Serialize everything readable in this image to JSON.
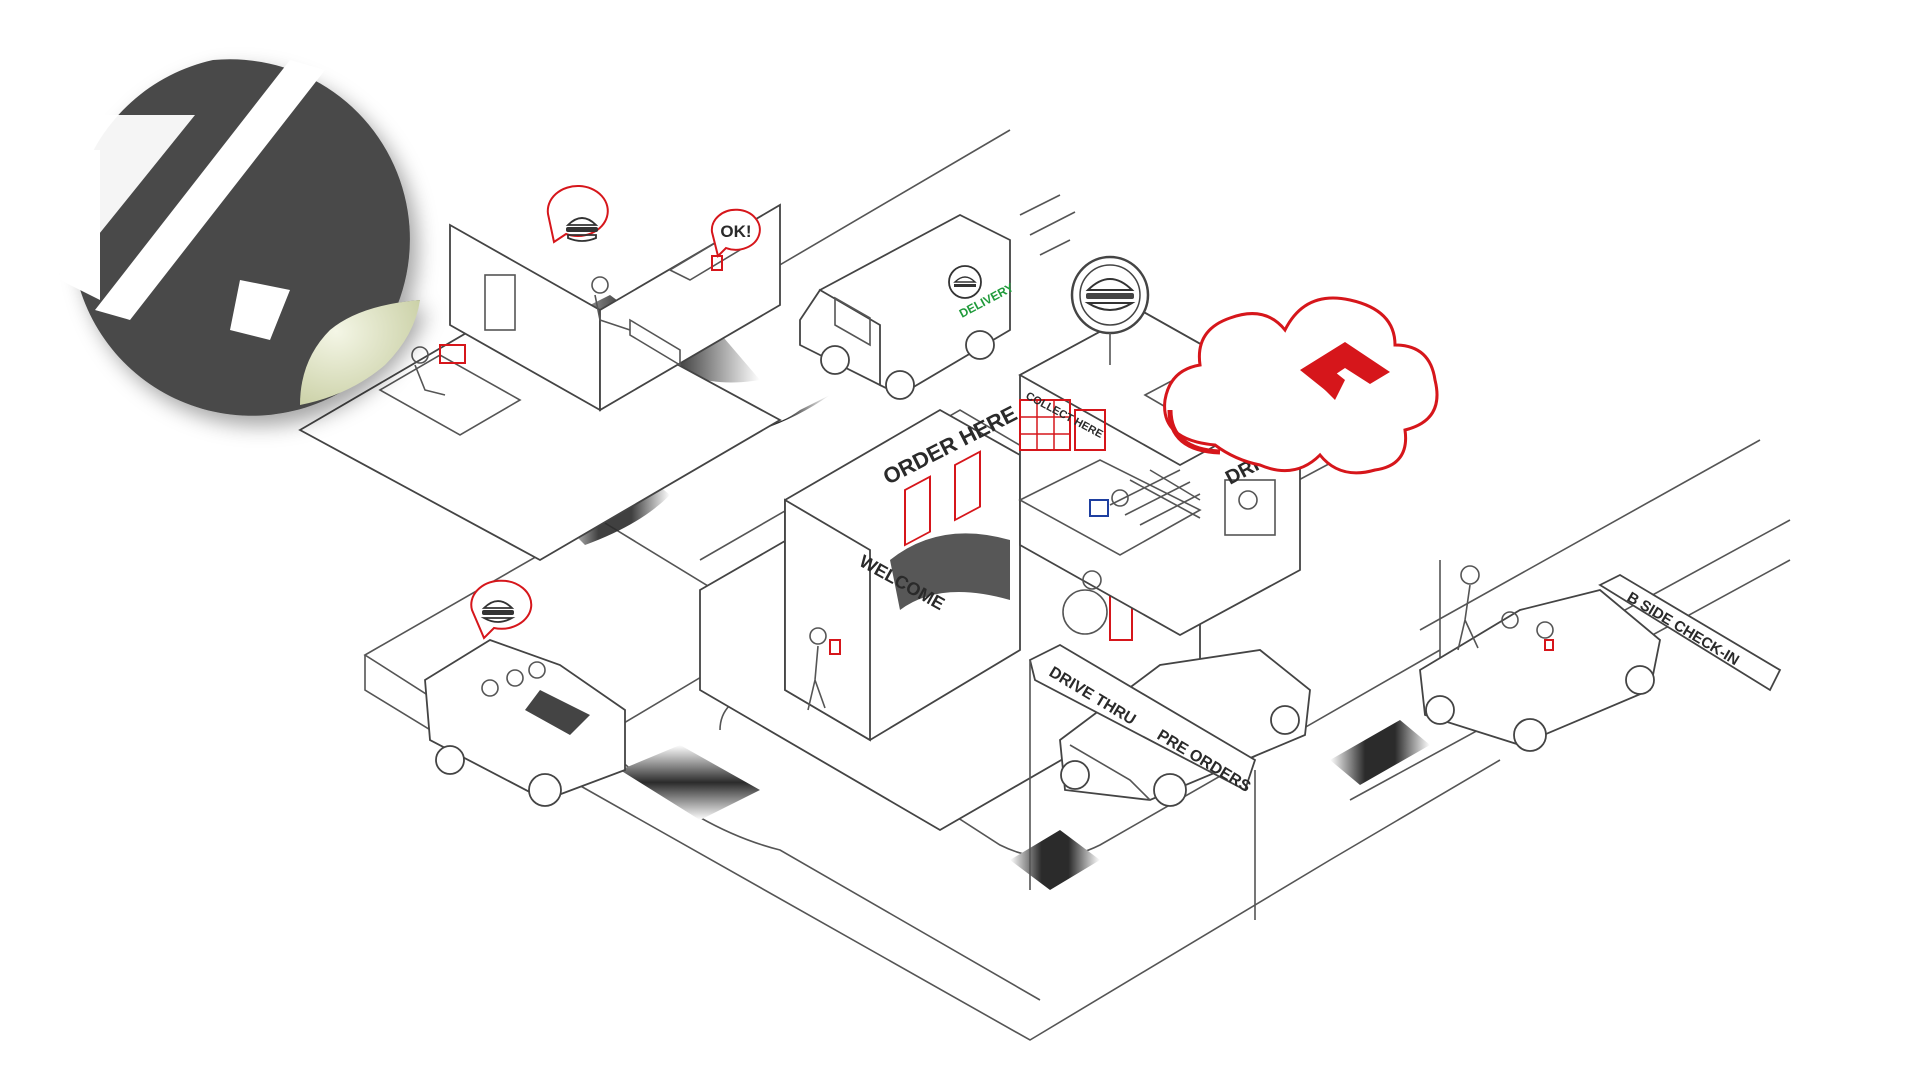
{
  "labels": {
    "order_here": "ORDER HERE",
    "collect_here": "COLLECT HERE",
    "drive": "DRIVE",
    "welcome": "WELCOME",
    "delivery": "DELIVERY",
    "ok": "OK!",
    "drive_thru": "DRIVE THRU",
    "pre_orders": "PRE ORDERS",
    "curbside": "B SIDE CHECK-IN"
  },
  "colors": {
    "accent_red": "#d6161b",
    "logo_dark": "#4a4a4a",
    "road_dark": "#2b2b2b",
    "kiosk_blue": "#1e3fa0",
    "delivery_green": "#1f9a3a"
  },
  "icons": [
    "burger-icon",
    "cloud-logo-icon",
    "corner-logo-icon"
  ]
}
